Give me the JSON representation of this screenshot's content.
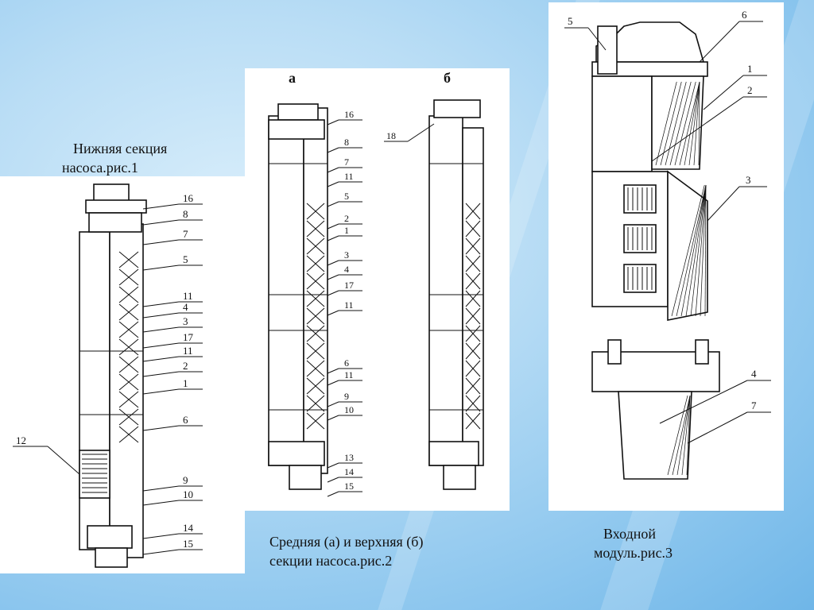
{
  "captions": {
    "fig1_line1": "Нижняя секция",
    "fig1_line2": "насоса.рис.1",
    "fig2_line1": "Средняя (а) и верхняя (б)",
    "fig2_line2": "секции насоса.рис.2",
    "fig3_line1": "Входной",
    "fig3_line2": "модуль.рис.3"
  },
  "fig1": {
    "labels": [
      "16",
      "8",
      "7",
      "5",
      "11",
      "4",
      "3",
      "17",
      "11",
      "2",
      "1",
      "6",
      "12",
      "9",
      "10",
      "14",
      "15"
    ]
  },
  "fig2": {
    "header_a": "а",
    "header_b": "б",
    "labels_a": [
      "16",
      "8",
      "7",
      "11",
      "5",
      "2",
      "1",
      "3",
      "4",
      "17",
      "11",
      "6",
      "11",
      "9",
      "10",
      "13",
      "14",
      "15"
    ],
    "labels_b": [
      "18"
    ]
  },
  "fig3": {
    "labels": [
      "5",
      "6",
      "1",
      "2",
      "3",
      "4",
      "7"
    ]
  }
}
